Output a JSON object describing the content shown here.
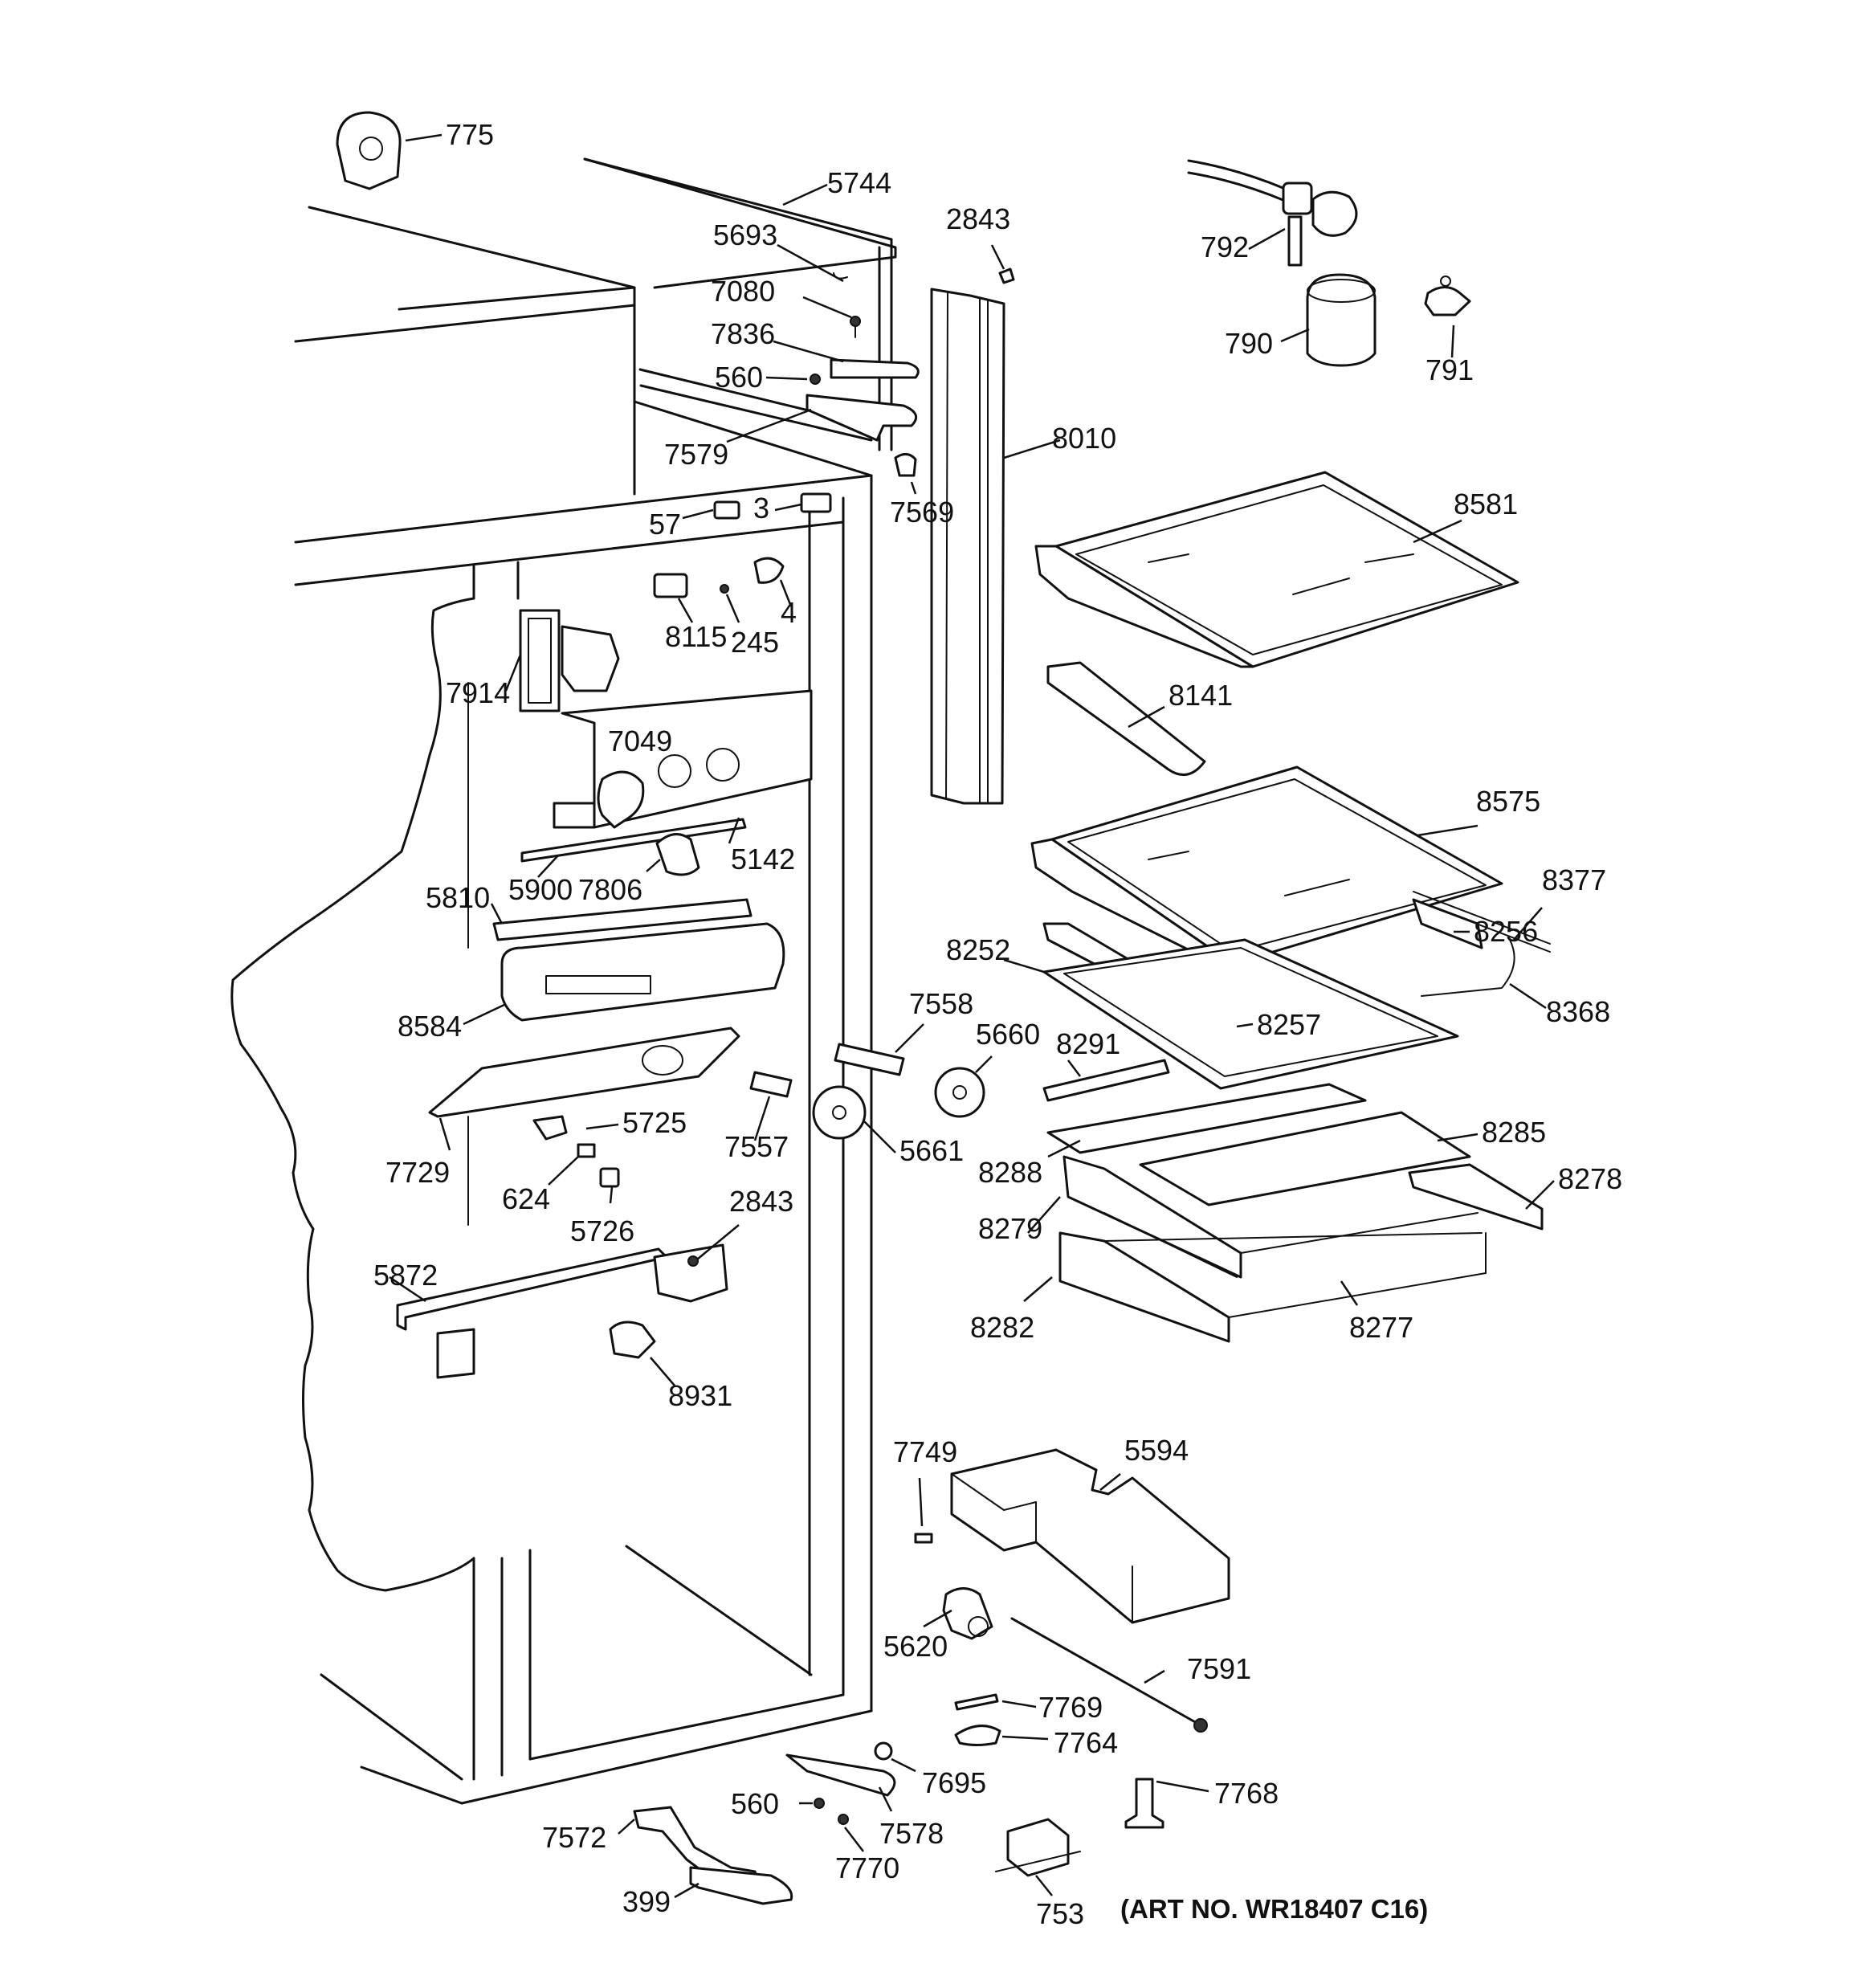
{
  "art_number": "(ART NO. WR18407 C16)",
  "parts": [
    {
      "id": "p775",
      "label": "775"
    },
    {
      "id": "p5744",
      "label": "5744"
    },
    {
      "id": "p5693",
      "label": "5693"
    },
    {
      "id": "p7080",
      "label": "7080"
    },
    {
      "id": "p7836",
      "label": "7836"
    },
    {
      "id": "p560a",
      "label": "560"
    },
    {
      "id": "p7579",
      "label": "7579"
    },
    {
      "id": "p2843a",
      "label": "2843"
    },
    {
      "id": "p8010",
      "label": "8010"
    },
    {
      "id": "p7569",
      "label": "7569"
    },
    {
      "id": "p792",
      "label": "792"
    },
    {
      "id": "p790",
      "label": "790"
    },
    {
      "id": "p791",
      "label": "791"
    },
    {
      "id": "p8581",
      "label": "8581"
    },
    {
      "id": "p57",
      "label": "57"
    },
    {
      "id": "p3",
      "label": "3"
    },
    {
      "id": "p8115",
      "label": "8115"
    },
    {
      "id": "p245",
      "label": "245"
    },
    {
      "id": "p4",
      "label": "4"
    },
    {
      "id": "p7914",
      "label": "7914"
    },
    {
      "id": "p8141",
      "label": "8141"
    },
    {
      "id": "p7049",
      "label": "7049"
    },
    {
      "id": "p5142",
      "label": "5142"
    },
    {
      "id": "p5900",
      "label": "5900"
    },
    {
      "id": "p7806",
      "label": "7806"
    },
    {
      "id": "p8575",
      "label": "8575"
    },
    {
      "id": "p8377",
      "label": "8377"
    },
    {
      "id": "p5810",
      "label": "5810"
    },
    {
      "id": "p8256",
      "label": "8256"
    },
    {
      "id": "p8252",
      "label": "8252"
    },
    {
      "id": "p8368",
      "label": "8368"
    },
    {
      "id": "p8584",
      "label": "8584"
    },
    {
      "id": "p7558",
      "label": "7558"
    },
    {
      "id": "p5660",
      "label": "5660"
    },
    {
      "id": "p8257",
      "label": "8257"
    },
    {
      "id": "p8291",
      "label": "8291"
    },
    {
      "id": "p5725",
      "label": "5725"
    },
    {
      "id": "p7729",
      "label": "7729"
    },
    {
      "id": "p7557",
      "label": "7557"
    },
    {
      "id": "p5661",
      "label": "5661"
    },
    {
      "id": "p8285",
      "label": "8285"
    },
    {
      "id": "p8288",
      "label": "8288"
    },
    {
      "id": "p8278",
      "label": "8278"
    },
    {
      "id": "p624",
      "label": "624"
    },
    {
      "id": "p5726",
      "label": "5726"
    },
    {
      "id": "p2843b",
      "label": "2843"
    },
    {
      "id": "p8279",
      "label": "8279"
    },
    {
      "id": "p5872",
      "label": "5872"
    },
    {
      "id": "p8282",
      "label": "8282"
    },
    {
      "id": "p8277",
      "label": "8277"
    },
    {
      "id": "p8931",
      "label": "8931"
    },
    {
      "id": "p7749",
      "label": "7749"
    },
    {
      "id": "p5594",
      "label": "5594"
    },
    {
      "id": "p5620",
      "label": "5620"
    },
    {
      "id": "p7591",
      "label": "7591"
    },
    {
      "id": "p7769",
      "label": "7769"
    },
    {
      "id": "p7764",
      "label": "7764"
    },
    {
      "id": "p7695",
      "label": "7695"
    },
    {
      "id": "p7768",
      "label": "7768"
    },
    {
      "id": "p560b",
      "label": "560"
    },
    {
      "id": "p7572",
      "label": "7572"
    },
    {
      "id": "p7578",
      "label": "7578"
    },
    {
      "id": "p7770",
      "label": "7770"
    },
    {
      "id": "p399",
      "label": "399"
    },
    {
      "id": "p753",
      "label": "753"
    }
  ]
}
